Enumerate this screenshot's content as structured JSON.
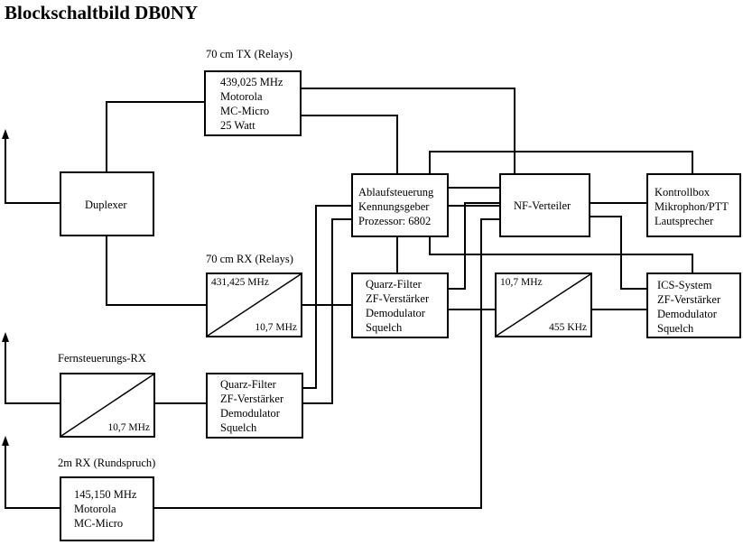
{
  "title": "Blockschaltbild DB0NY",
  "labels": {
    "tx": "70 cm TX (Relays)",
    "rx": "70 cm RX (Relays)",
    "fern": "Fernsteuerungs-RX",
    "rx2m": "2m RX (Rundspruch)"
  },
  "blocks": {
    "tx": [
      "439,025 MHz",
      "Motorola",
      "MC-Micro",
      "25 Watt"
    ],
    "duplexer": [
      "Duplexer"
    ],
    "ablauf": [
      "Ablaufsteuerung",
      "Kennungsgeber",
      "Prozessor: 6802"
    ],
    "nf": [
      "NF-Verteiler"
    ],
    "kontroll": [
      "Kontrollbox",
      "Mikrophon/PTT",
      "Lautsprecher"
    ],
    "filter1": [
      "Quarz-Filter",
      "ZF-Verstärker",
      "Demodulator",
      "Squelch"
    ],
    "ics": [
      "ICS-System",
      "ZF-Verstärker",
      "Demodulator",
      "Squelch"
    ],
    "filter2": [
      "Quarz-Filter",
      "ZF-Verstärker",
      "Demodulator",
      "Squelch"
    ],
    "rx2m": [
      "145,150 MHz",
      "Motorola",
      "MC-Micro"
    ]
  },
  "mixers": {
    "rx": {
      "top": "431,425 MHz",
      "bottom": "10,7 MHz"
    },
    "if": {
      "top": "10,7 MHz",
      "bottom": "455 KHz"
    },
    "fern": {
      "top": "",
      "bottom": "10,7 MHz"
    }
  }
}
